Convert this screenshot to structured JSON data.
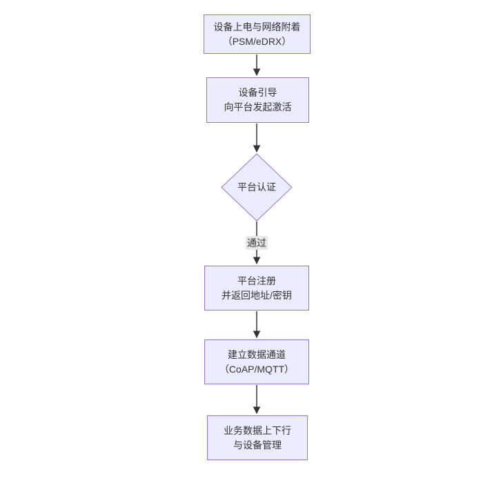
{
  "diagram": {
    "type": "flowchart",
    "direction": "top-down",
    "colors": {
      "node_fill": "#ECECFF",
      "node_border": "#9370DB",
      "edge": "#333333",
      "text": "#333333",
      "edge_label_bg": "#e8e8e8"
    },
    "nodes": {
      "power_on": {
        "shape": "rect",
        "lines": [
          "设备上电与网络附着",
          "（PSM/eDRX）"
        ]
      },
      "bootstrap": {
        "shape": "rect",
        "lines": [
          "设备引导",
          "向平台发起激活"
        ]
      },
      "auth": {
        "shape": "diamond",
        "label": "平台认证"
      },
      "register": {
        "shape": "rect",
        "lines": [
          "平台注册",
          "并返回地址/密钥"
        ]
      },
      "channel": {
        "shape": "rect",
        "lines": [
          "建立数据通道",
          "（CoAP/MQTT）"
        ]
      },
      "business": {
        "shape": "rect",
        "lines": [
          "业务数据上下行",
          "与设备管理"
        ]
      }
    },
    "edges": [
      {
        "from": "power_on",
        "to": "bootstrap",
        "label": ""
      },
      {
        "from": "bootstrap",
        "to": "auth",
        "label": ""
      },
      {
        "from": "auth",
        "to": "register",
        "label": "通过"
      },
      {
        "from": "register",
        "to": "channel",
        "label": ""
      },
      {
        "from": "channel",
        "to": "business",
        "label": ""
      }
    ]
  }
}
